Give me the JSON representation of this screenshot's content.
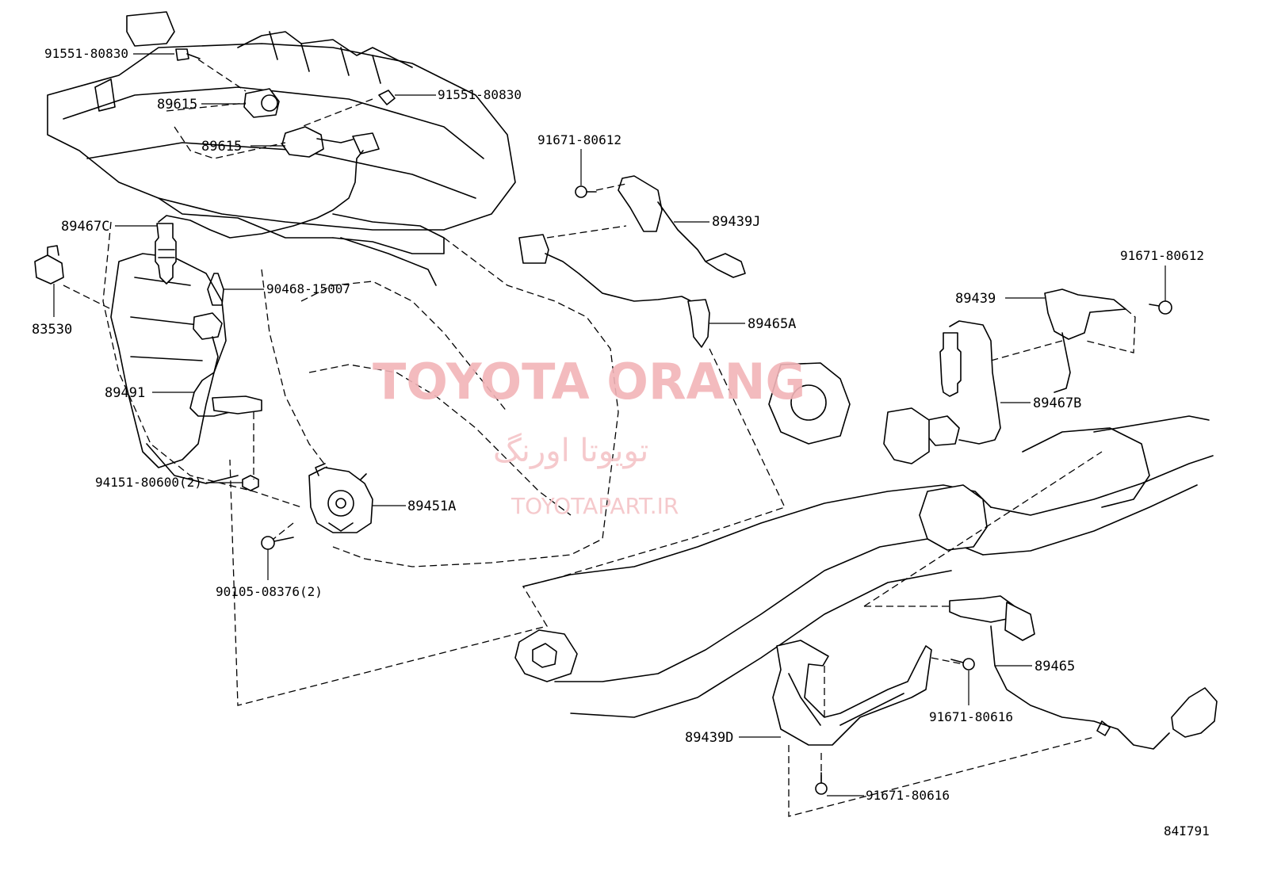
{
  "diagram": {
    "code": "84I791",
    "part_labels": [
      "91551-80830",
      "91551-80830",
      "89615",
      "89615",
      "91671-80612",
      "89439J",
      "89467C",
      "83530",
      "90468-15007",
      "89465A",
      "91671-80612",
      "89439",
      "89491",
      "89467B",
      "94151-80600(2)",
      "89451A",
      "90105-08376(2)",
      "89465",
      "91671-80616",
      "89439D",
      "91671-80616"
    ]
  },
  "watermark": {
    "brand": "TOYOTA ORANG",
    "brand_fa": "تویوتا اورنگ",
    "url": "TOYOTAPART.IR",
    "color": "#f2b4b8"
  }
}
